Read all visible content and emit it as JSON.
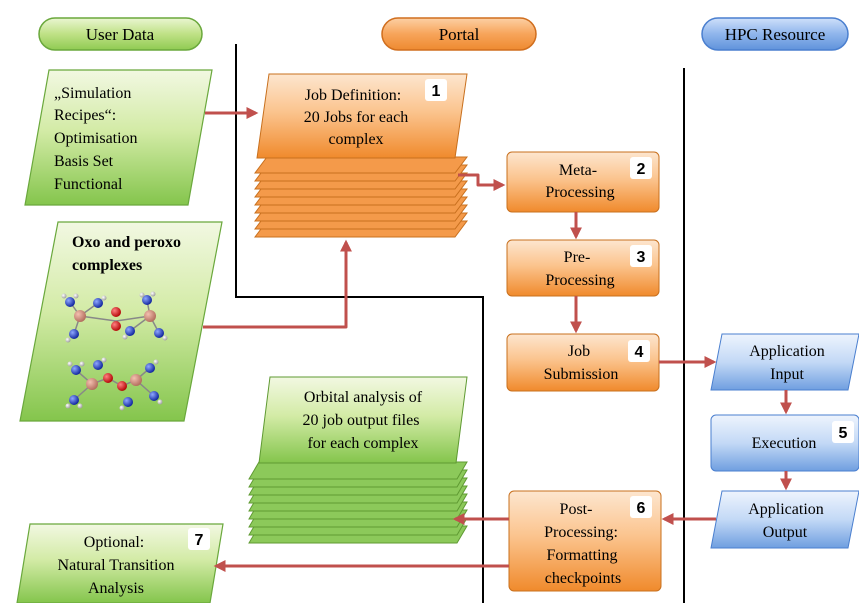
{
  "lanes": {
    "user": "User Data",
    "portal": "Portal",
    "hpc": "HPC Resource"
  },
  "recipes": {
    "lines": [
      "„Simulation",
      "Recipes“:",
      "Optimisation",
      "Basis Set",
      "Functional"
    ]
  },
  "complexes": {
    "title_lines": [
      "Oxo and peroxo",
      "complexes"
    ]
  },
  "job_definition": {
    "lines": [
      "Job Definition:",
      "20 Jobs for each",
      "complex"
    ],
    "step": "1"
  },
  "meta_processing": {
    "lines": [
      "Meta-",
      "Processing"
    ],
    "step": "2"
  },
  "pre_processing": {
    "lines": [
      "Pre-",
      "Processing"
    ],
    "step": "3"
  },
  "job_submission": {
    "lines": [
      "Job",
      "Submission"
    ],
    "step": "4"
  },
  "app_input": {
    "lines": [
      "Application",
      "Input"
    ]
  },
  "execution": {
    "label": "Execution",
    "step": "5"
  },
  "app_output": {
    "lines": [
      "Application",
      "Output"
    ]
  },
  "post_processing": {
    "lines": [
      "Post-",
      "Processing:",
      "Formatting",
      "checkpoints"
    ],
    "step": "6"
  },
  "orbital_analysis": {
    "lines": [
      "Orbital analysis of",
      "20 job output files",
      "for each complex"
    ]
  },
  "natural_transition": {
    "lines": [
      "Optional:",
      "Natural Transition",
      "Analysis"
    ],
    "step": "7"
  },
  "colors": {
    "green_light": "#e4f2c4",
    "green_dark": "#7cc144",
    "orange_light": "#fdd2a8",
    "orange_dark": "#f08a2c",
    "blue_light": "#dbe9fb",
    "blue_dark": "#6f9fe0",
    "arrow": "#c0504d"
  }
}
